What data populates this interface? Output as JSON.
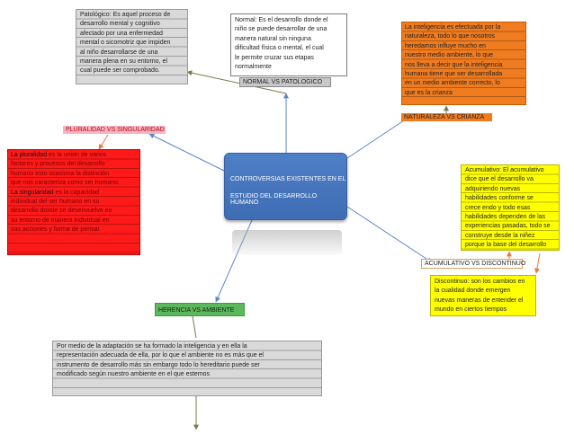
{
  "center": {
    "line1": "CONTROVERSIAS EXISTENTES EN EL",
    "line2": "ESTUDIO DEL DESARROLLO HUMANO"
  },
  "topics": {
    "normal_patologico": "NORMAL VS PATOLOGICO",
    "naturaleza_crianza": "NATURALEZA VS CRIANZA",
    "pluralidad_singularidad": "PLURALIDAD VS SINGULARIDAD",
    "acumulativo_discontinuo": "ACUMULATIVO VS DISCONTINUO",
    "herencia_ambiente": "HERENCIA VS AMBIENTE"
  },
  "notes": {
    "patologico": [
      "Patológico: Es aquel proceso de",
      "desarrollo mental y cognitivo",
      "afectado por una enfermedad",
      "mental o sicomotriz que impiden",
      "al niño desarrollarse de una",
      "manera plena en su entorno, el",
      "cual puede ser comprobado."
    ],
    "normal": [
      "Normal: Es el desarrollo donde el",
      "niño se puede desarrollar de una",
      "manera natural sin ninguna",
      "dificultad física o mental, el cual",
      "le permite cruzar sus etapas",
      "normalmente"
    ],
    "naturaleza": [
      "La inteligencia es efectuada por la",
      "naturaleza, todo lo que nosotros",
      "heredamos influye mucho en",
      "nuestro medio ambiente, lo que",
      "nos lleva a decir que la inteligencia",
      "humana tiene que ser desarrollada",
      "en un medio ambiente correcto, lo",
      "que es la crianza"
    ],
    "pluralidad": {
      "l1_term": "La pluralidad",
      "l1_rest": " es la unión de varios",
      "l2": "factores y procesos del desarrollo",
      "l3": "humano esto ocasiona la distinción",
      "l4": "que nos caracteriza como ser humano.",
      "l5_term": "La singularidad",
      "l5_rest": " es la capacidad",
      "l6": "individual del ser humano en su",
      "l7": "desarrollo donde se desenvuelve en",
      "l8": "su entorno de manera individual en",
      "l9": "sus acciones y forma de pensar"
    },
    "acumulativo": [
      "Acumulativo: El acumulativo",
      "dice que el desarrollo va",
      "adquiriendo nuevas",
      "habilidades conforme se",
      "crece endo y todo esas",
      "habilidades dependen de las",
      "experiencias pasadas, todo se",
      "construye desde la niñez",
      "porque la base del desarrollo"
    ],
    "discontinuo": [
      "Discontinuo: son los cambios en",
      "la cualidad donde emergen",
      "nuevas maneras de entender el",
      "mundo en ciertos tiempos"
    ],
    "herencia": [
      "Por medio de la adaptación se ha formado la inteligencia y en ella la",
      "representación adecuada de ella, por lo que el ambiente no es más que el",
      "instrumento de desarrollo más sin embargo todo lo hereditario puede ser",
      "modificado según nuestro ambiente en el que estemos"
    ]
  },
  "colors": {
    "center_blue": "#4a78c0",
    "edge_blue": "#5b87c9",
    "edge_olive": "#7a7a4a",
    "edge_orange": "#e87a3a",
    "note_gray": "#d9d9d9",
    "note_orange": "#f07c1f",
    "note_red": "#ff1a1a",
    "note_yellow": "#ffff00",
    "label_green": "#5db85d",
    "label_pink": "#f2b6c6",
    "label_gray": "#c8c8c8"
  }
}
